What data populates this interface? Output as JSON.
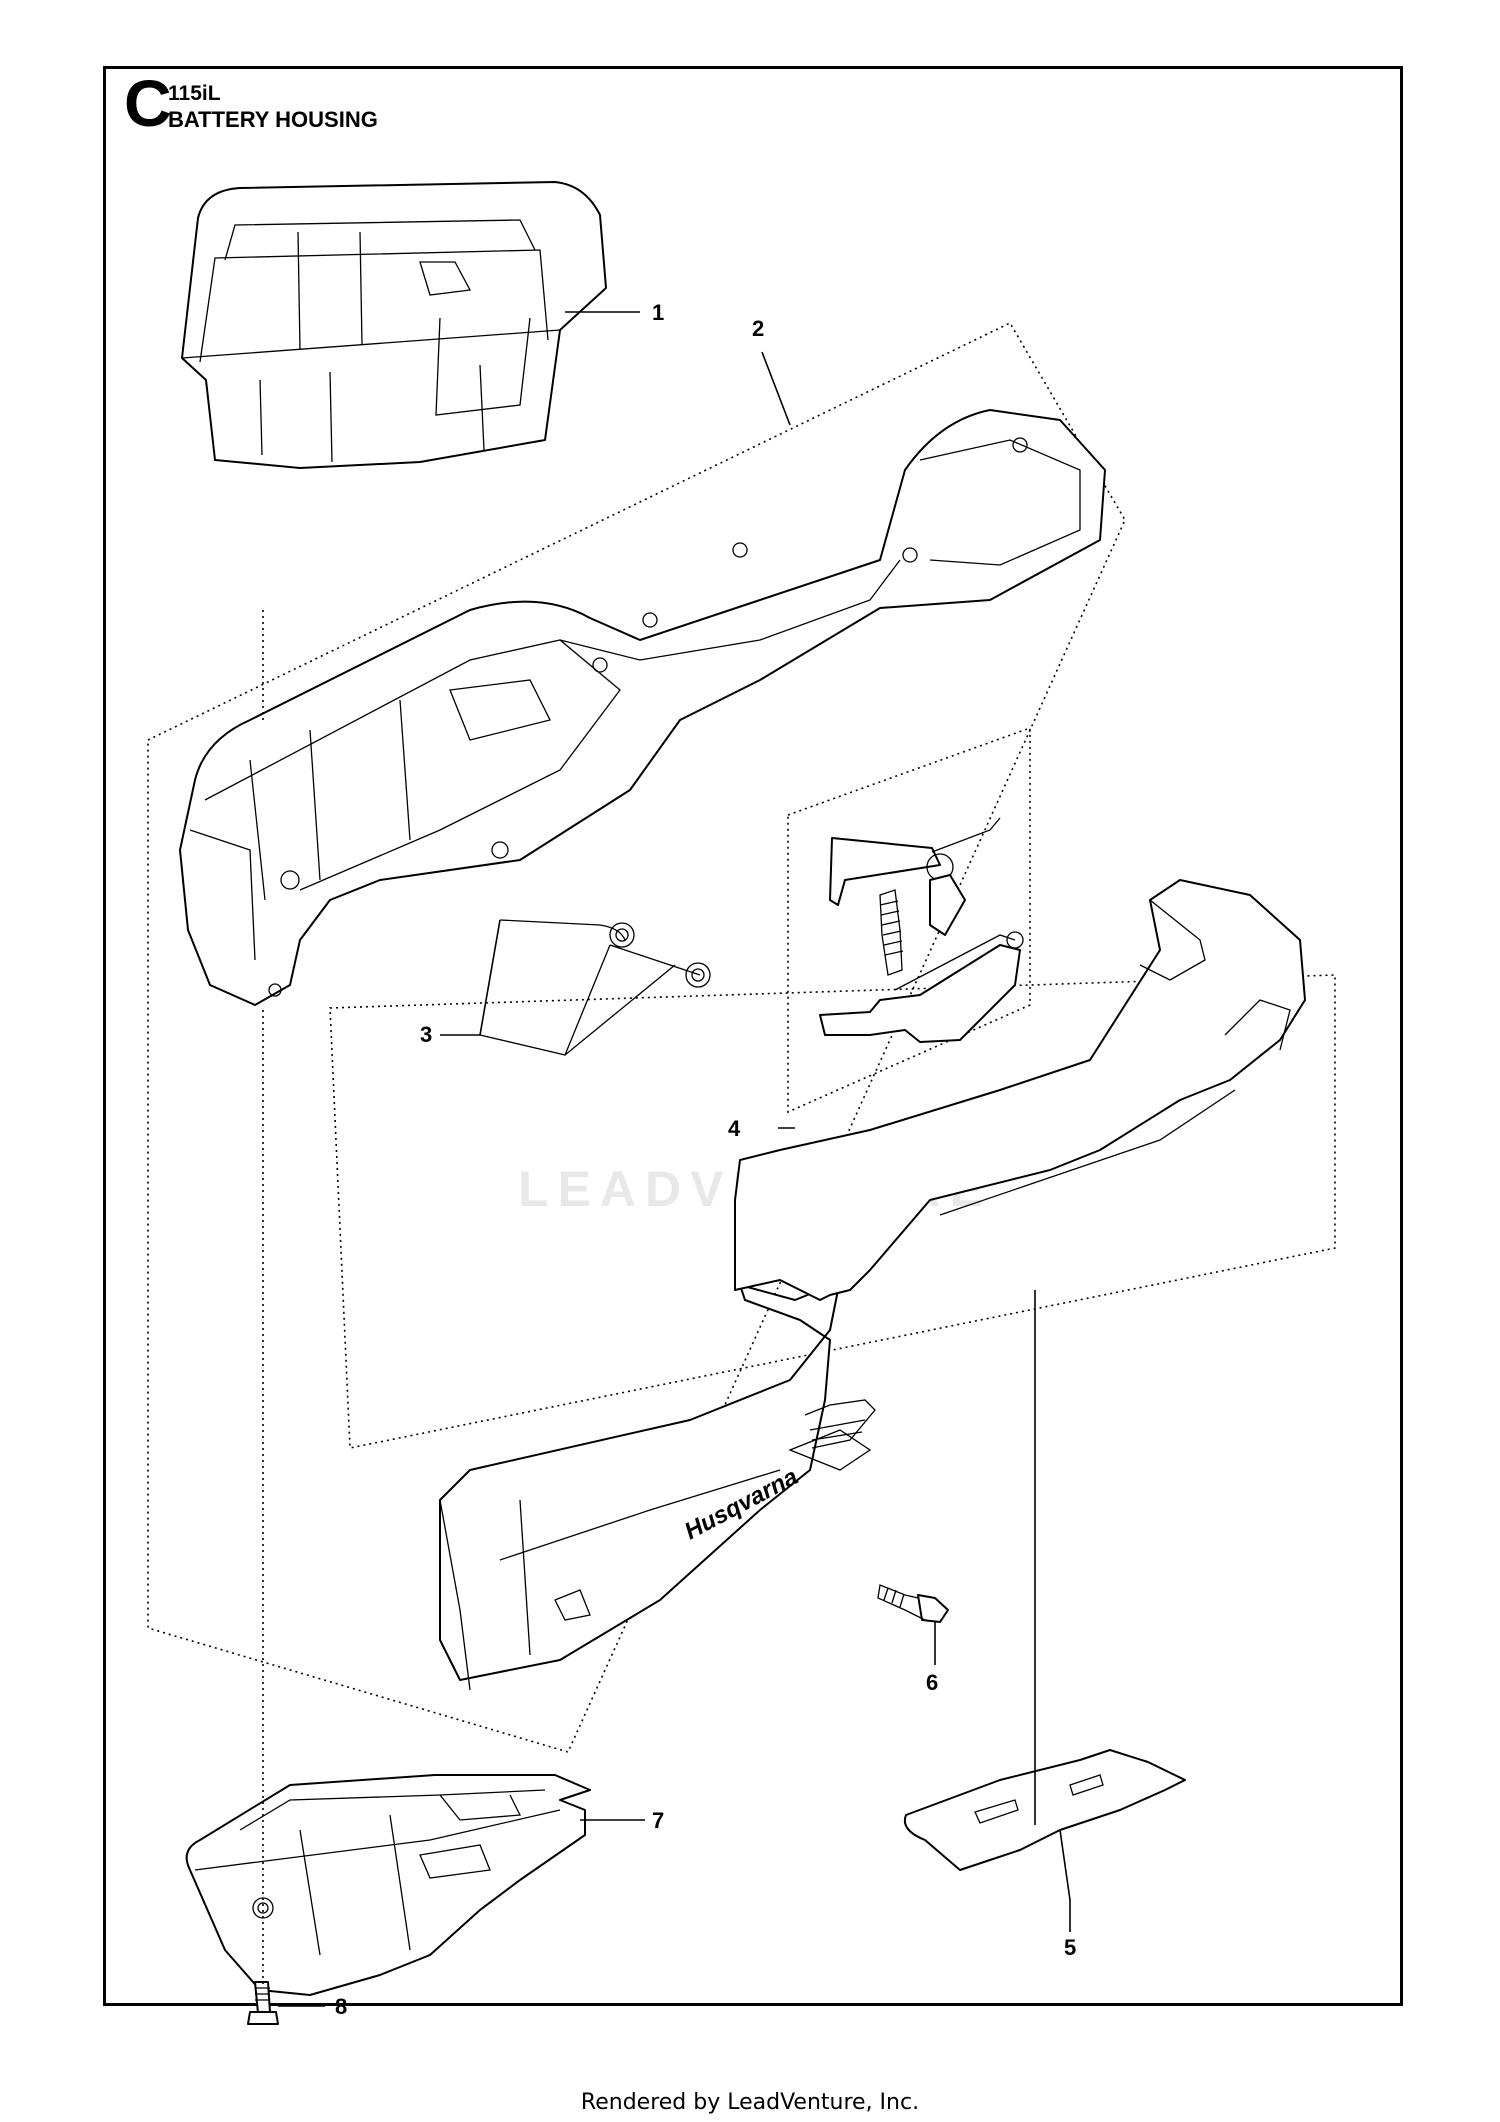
{
  "header": {
    "section_letter": "C",
    "model": "115iL",
    "title": "BATTERY HOUSING"
  },
  "watermark": "LEADVENTURE",
  "footer": "Rendered by LeadVenture, Inc.",
  "callouts": [
    {
      "label": "1"
    },
    {
      "label": "2"
    },
    {
      "label": "3"
    },
    {
      "label": "4"
    },
    {
      "label": "5"
    },
    {
      "label": "6"
    },
    {
      "label": "7"
    },
    {
      "label": "8"
    }
  ],
  "brand_text": "Husqvarna"
}
